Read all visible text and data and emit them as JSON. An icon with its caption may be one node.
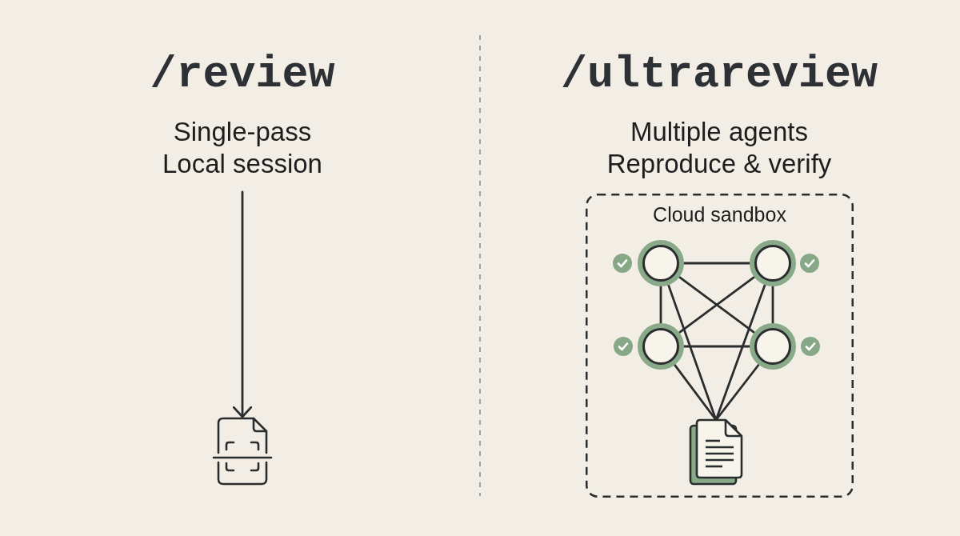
{
  "diagram": {
    "nodes": [
      {
        "text": [
          "/review",
          "Single-pass",
          "Local session"
        ]
      },
      {
        "text": [],
        "shape": "picture"
      },
      {
        "text": [
          "Cloud sandbox"
        ]
      },
      {
        "text": [],
        "shape": "circle",
        "in": 2
      },
      {
        "text": [],
        "shape": "circle",
        "in": 2
      },
      {
        "text": [],
        "shape": "circle",
        "in": 2
      },
      {
        "text": [],
        "shape": "circle",
        "in": 2
      },
      {
        "text": [],
        "shape": "picture",
        "in": 2
      }
    ],
    "edges": [
      {
        "from": 0,
        "to": 1,
        "arrow": "to"
      },
      {
        "from": 3,
        "to": 4,
        "arrow": "none"
      },
      {
        "from": 3,
        "to": 5,
        "arrow": "none"
      },
      {
        "from": 3,
        "to": 6,
        "arrow": "none"
      },
      {
        "from": 4,
        "to": 5,
        "arrow": "none"
      },
      {
        "from": 4,
        "to": 6,
        "arrow": "none"
      },
      {
        "from": 5,
        "to": 6,
        "arrow": "none"
      },
      {
        "from": 3,
        "to": 7,
        "arrow": "none"
      },
      {
        "from": 4,
        "to": 7,
        "arrow": "none"
      },
      {
        "from": 5,
        "to": 7,
        "arrow": "none"
      },
      {
        "from": 6,
        "to": 7,
        "arrow": "none"
      }
    ],
    "labels": [
      "/ultrareview",
      "Multiple agents",
      "Reproduce & verify"
    ]
  }
}
